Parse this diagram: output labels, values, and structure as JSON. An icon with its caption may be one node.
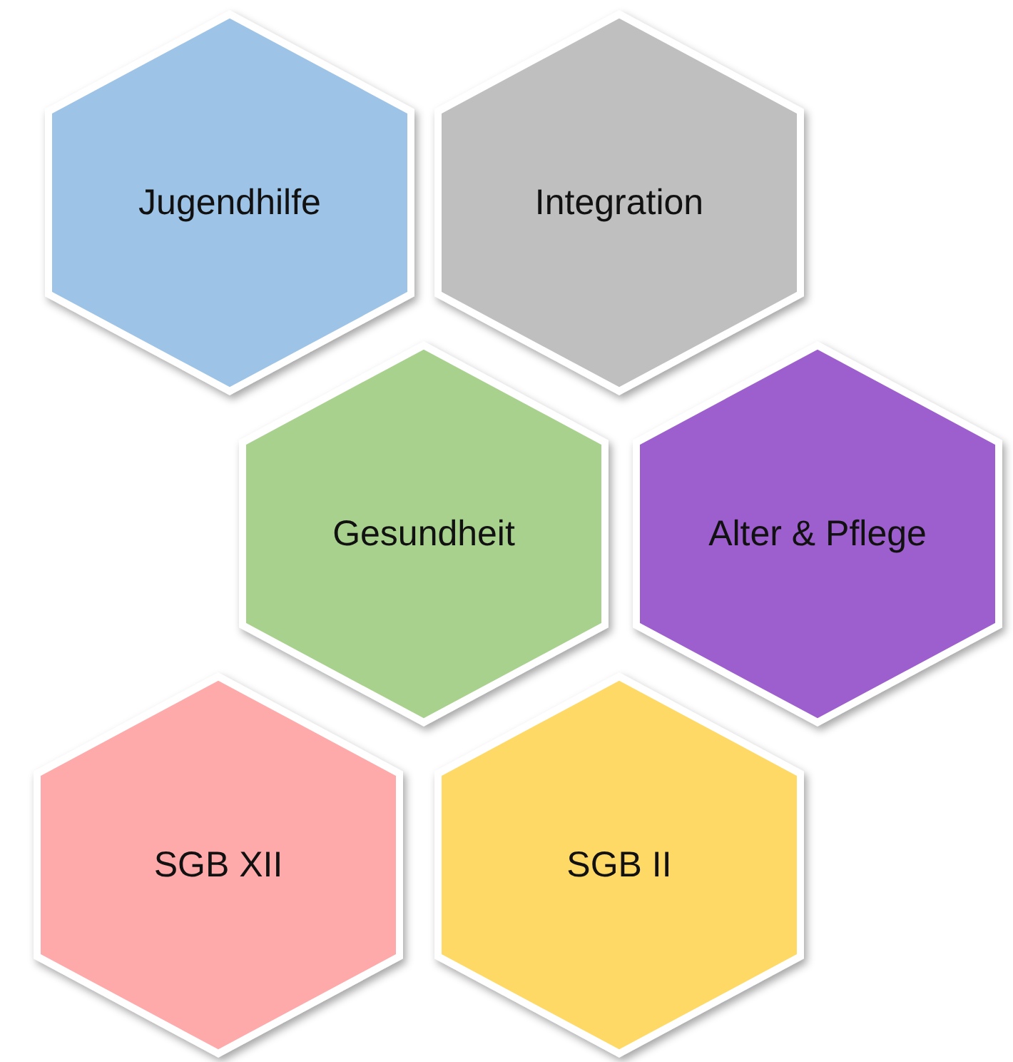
{
  "diagram": {
    "nodes": [
      {
        "text": [
          "Jugendhilfe"
        ]
      },
      {
        "text": [
          "Integration"
        ]
      },
      {
        "text": [
          "Gesundheit"
        ]
      },
      {
        "text": [
          "Alter & Pflege"
        ]
      },
      {
        "text": [
          "SGB XII"
        ]
      },
      {
        "text": [
          "SGB II"
        ]
      }
    ]
  }
}
